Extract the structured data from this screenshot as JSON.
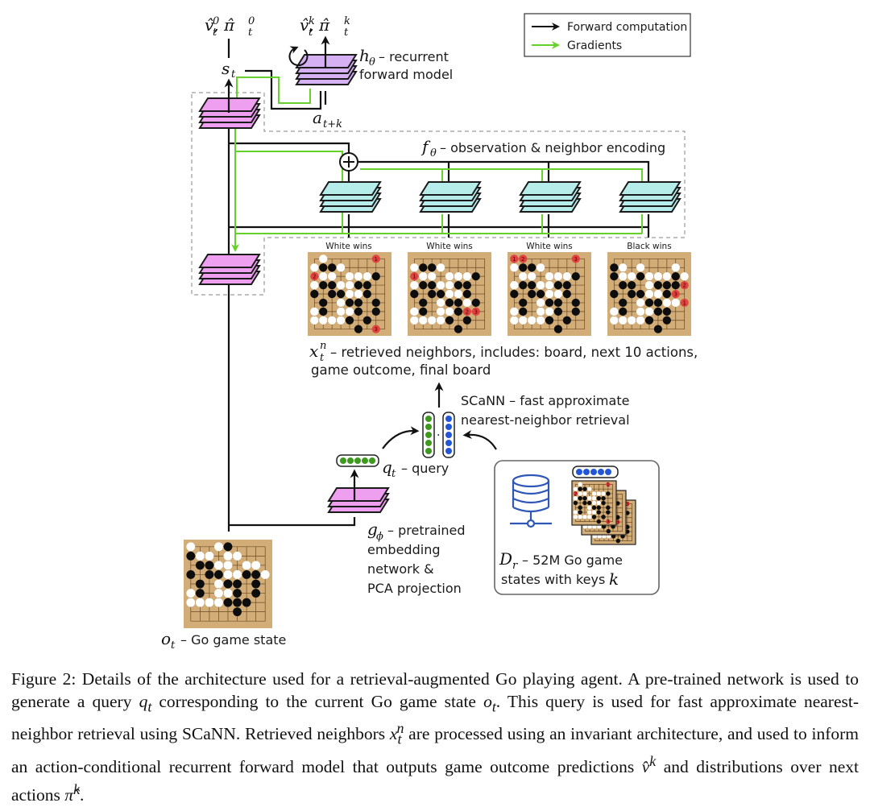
{
  "legend": {
    "forward_label": "Forward computation",
    "gradients_label": "Gradients",
    "forward_color": "#111111",
    "gradients_color": "#66d12a"
  },
  "colors": {
    "pink_layer": "#ee9ff0",
    "violet_layer": "#d5b0f2",
    "cyan_layer": "#b6ecea",
    "board": "#d2ad78",
    "stone_red": "#e0393b",
    "query_green": "#3e9a1e",
    "key_blue": "#2356d6",
    "db_blue": "#2f57b8"
  },
  "top": {
    "out0_main": "v̂, π̂",
    "out0_sup": "0",
    "outk_main": "v̂, π̂",
    "outk_sup": "k",
    "sub_t": "t",
    "state_label": "s",
    "action_label": "a",
    "action_sub": "t+k",
    "h_symbol": "h",
    "h_sub": "θ",
    "h_text_1": "– recurrent",
    "h_text_2": "forward model"
  },
  "encoder": {
    "f_symbol": "f",
    "f_sub": "θ",
    "f_text": "– observation & neighbor encoding"
  },
  "neighbors": {
    "outcomes": [
      "White wins",
      "White wins",
      "White wins",
      "Black wins"
    ],
    "x_symbol": "x",
    "x_sup": "n",
    "x_sub": "t",
    "text_1": "– retrieved neighbors, includes: board, next 10 actions,",
    "text_2": "game outcome, final board"
  },
  "retrieval": {
    "scann_1": "SCaNN – fast approximate",
    "scann_2": "nearest-neighbor retrieval",
    "dot": "·",
    "q_symbol": "q",
    "q_sub": "t",
    "q_text": "– query"
  },
  "embedding": {
    "g_symbol": "g",
    "g_sub": "ϕ",
    "lines": [
      "– pretrained",
      "embedding",
      "network &",
      "PCA projection"
    ]
  },
  "database": {
    "d_symbol": "D",
    "d_sub": "r",
    "text_1": "– 52M Go game",
    "text_2": "states with keys",
    "k_symbol": "k"
  },
  "observation": {
    "o_symbol": "o",
    "o_sub": "t",
    "text": "– Go game state"
  },
  "boards": {
    "observation": {
      "black": [
        [
          4,
          0
        ],
        [
          0,
          1
        ],
        [
          1,
          2
        ],
        [
          2,
          2
        ],
        [
          0,
          3
        ],
        [
          2,
          3
        ],
        [
          3,
          3
        ],
        [
          6,
          3
        ],
        [
          7,
          3
        ],
        [
          1,
          4
        ],
        [
          4,
          4
        ],
        [
          5,
          4
        ],
        [
          7,
          4
        ],
        [
          1,
          5
        ],
        [
          5,
          5
        ],
        [
          7,
          5
        ],
        [
          4,
          6
        ],
        [
          5,
          6
        ],
        [
          6,
          6
        ],
        [
          5,
          7
        ]
      ],
      "white": [
        [
          0,
          0
        ],
        [
          3,
          0
        ],
        [
          1,
          1
        ],
        [
          2,
          1
        ],
        [
          4,
          1
        ],
        [
          5,
          1
        ],
        [
          3,
          2
        ],
        [
          4,
          2
        ],
        [
          6,
          2
        ],
        [
          7,
          2
        ],
        [
          4,
          3
        ],
        [
          5,
          3
        ],
        [
          8,
          3
        ],
        [
          3,
          4
        ],
        [
          0,
          5
        ],
        [
          3,
          5
        ],
        [
          4,
          5
        ],
        [
          0,
          6
        ],
        [
          1,
          6
        ],
        [
          2,
          6
        ],
        [
          3,
          6
        ]
      ],
      "red": []
    },
    "neighbors": [
      {
        "black": [
          [
            1,
            1
          ],
          [
            2,
            1
          ],
          [
            7,
            2
          ],
          [
            1,
            3
          ],
          [
            2,
            3
          ],
          [
            5,
            3
          ],
          [
            6,
            3
          ],
          [
            0,
            4
          ],
          [
            2,
            4
          ],
          [
            3,
            4
          ],
          [
            6,
            4
          ],
          [
            1,
            5
          ],
          [
            4,
            5
          ],
          [
            5,
            5
          ],
          [
            7,
            5
          ],
          [
            1,
            6
          ],
          [
            5,
            6
          ],
          [
            7,
            6
          ],
          [
            4,
            7
          ],
          [
            6,
            7
          ],
          [
            5,
            8
          ]
        ],
        "white": [
          [
            1,
            0
          ],
          [
            0,
            1
          ],
          [
            3,
            1
          ],
          [
            1,
            2
          ],
          [
            2,
            2
          ],
          [
            4,
            2
          ],
          [
            5,
            2
          ],
          [
            6,
            2
          ],
          [
            0,
            3
          ],
          [
            3,
            3
          ],
          [
            4,
            3
          ],
          [
            4,
            4
          ],
          [
            5,
            4
          ],
          [
            3,
            5
          ],
          [
            0,
            6
          ],
          [
            3,
            6
          ],
          [
            4,
            6
          ],
          [
            0,
            7
          ],
          [
            1,
            7
          ],
          [
            2,
            7
          ],
          [
            3,
            7
          ]
        ],
        "red": [
          [
            7,
            0,
            "1"
          ],
          [
            0,
            2,
            "2"
          ],
          [
            7,
            8,
            "3"
          ]
        ]
      },
      {
        "black": [
          [
            1,
            1
          ],
          [
            2,
            1
          ],
          [
            7,
            2
          ],
          [
            1,
            3
          ],
          [
            2,
            3
          ],
          [
            5,
            3
          ],
          [
            6,
            3
          ],
          [
            0,
            4
          ],
          [
            2,
            4
          ],
          [
            3,
            4
          ],
          [
            6,
            4
          ],
          [
            1,
            5
          ],
          [
            4,
            5
          ],
          [
            5,
            5
          ],
          [
            7,
            5
          ],
          [
            1,
            6
          ],
          [
            5,
            6
          ],
          [
            4,
            7
          ],
          [
            6,
            7
          ],
          [
            5,
            8
          ]
        ],
        "white": [
          [
            0,
            1
          ],
          [
            3,
            1
          ],
          [
            1,
            2
          ],
          [
            2,
            2
          ],
          [
            4,
            2
          ],
          [
            5,
            2
          ],
          [
            6,
            2
          ],
          [
            0,
            3
          ],
          [
            3,
            3
          ],
          [
            4,
            3
          ],
          [
            4,
            4
          ],
          [
            5,
            4
          ],
          [
            3,
            5
          ],
          [
            6,
            5
          ],
          [
            0,
            6
          ],
          [
            3,
            6
          ],
          [
            4,
            6
          ],
          [
            0,
            7
          ],
          [
            1,
            7
          ],
          [
            2,
            7
          ],
          [
            3,
            7
          ]
        ],
        "red": [
          [
            0,
            2,
            "1"
          ],
          [
            6,
            6,
            "2"
          ],
          [
            7,
            6,
            "3"
          ]
        ]
      },
      {
        "black": [
          [
            1,
            1
          ],
          [
            2,
            1
          ],
          [
            7,
            2
          ],
          [
            1,
            3
          ],
          [
            2,
            3
          ],
          [
            5,
            3
          ],
          [
            6,
            3
          ],
          [
            0,
            4
          ],
          [
            2,
            4
          ],
          [
            3,
            4
          ],
          [
            6,
            4
          ],
          [
            1,
            5
          ],
          [
            4,
            5
          ],
          [
            5,
            5
          ],
          [
            7,
            5
          ],
          [
            1,
            6
          ],
          [
            5,
            6
          ],
          [
            7,
            6
          ],
          [
            4,
            7
          ],
          [
            6,
            7
          ],
          [
            5,
            8
          ]
        ],
        "white": [
          [
            0,
            1
          ],
          [
            3,
            1
          ],
          [
            1,
            2
          ],
          [
            2,
            2
          ],
          [
            4,
            2
          ],
          [
            5,
            2
          ],
          [
            6,
            2
          ],
          [
            0,
            3
          ],
          [
            3,
            3
          ],
          [
            4,
            3
          ],
          [
            4,
            4
          ],
          [
            5,
            4
          ],
          [
            3,
            5
          ],
          [
            0,
            6
          ],
          [
            3,
            6
          ],
          [
            4,
            6
          ],
          [
            0,
            7
          ],
          [
            1,
            7
          ],
          [
            2,
            7
          ],
          [
            3,
            7
          ]
        ],
        "red": [
          [
            0,
            0,
            "1"
          ],
          [
            1,
            0,
            "2"
          ],
          [
            7,
            0,
            "3"
          ]
        ]
      },
      {
        "black": [
          [
            0,
            1
          ],
          [
            0,
            2
          ],
          [
            3,
            2
          ],
          [
            7,
            2
          ],
          [
            1,
            3
          ],
          [
            2,
            3
          ],
          [
            5,
            3
          ],
          [
            6,
            3
          ],
          [
            7,
            3
          ],
          [
            0,
            4
          ],
          [
            2,
            4
          ],
          [
            3,
            4
          ],
          [
            6,
            4
          ],
          [
            1,
            5
          ],
          [
            4,
            5
          ],
          [
            5,
            5
          ],
          [
            1,
            6
          ],
          [
            5,
            6
          ],
          [
            6,
            6
          ],
          [
            4,
            7
          ],
          [
            6,
            7
          ],
          [
            5,
            8
          ]
        ],
        "white": [
          [
            1,
            1
          ],
          [
            3,
            1
          ],
          [
            7,
            1
          ],
          [
            1,
            2
          ],
          [
            2,
            2
          ],
          [
            4,
            2
          ],
          [
            5,
            2
          ],
          [
            6,
            2
          ],
          [
            8,
            2
          ],
          [
            4,
            3
          ],
          [
            4,
            4
          ],
          [
            5,
            4
          ],
          [
            3,
            5
          ],
          [
            6,
            5
          ],
          [
            7,
            5
          ],
          [
            0,
            6
          ],
          [
            3,
            6
          ],
          [
            4,
            6
          ],
          [
            0,
            7
          ],
          [
            1,
            7
          ],
          [
            2,
            7
          ],
          [
            3,
            7
          ]
        ],
        "red": [
          [
            8,
            3,
            "2"
          ],
          [
            7,
            4,
            "3"
          ],
          [
            8,
            5,
            "1"
          ]
        ]
      }
    ]
  }
}
